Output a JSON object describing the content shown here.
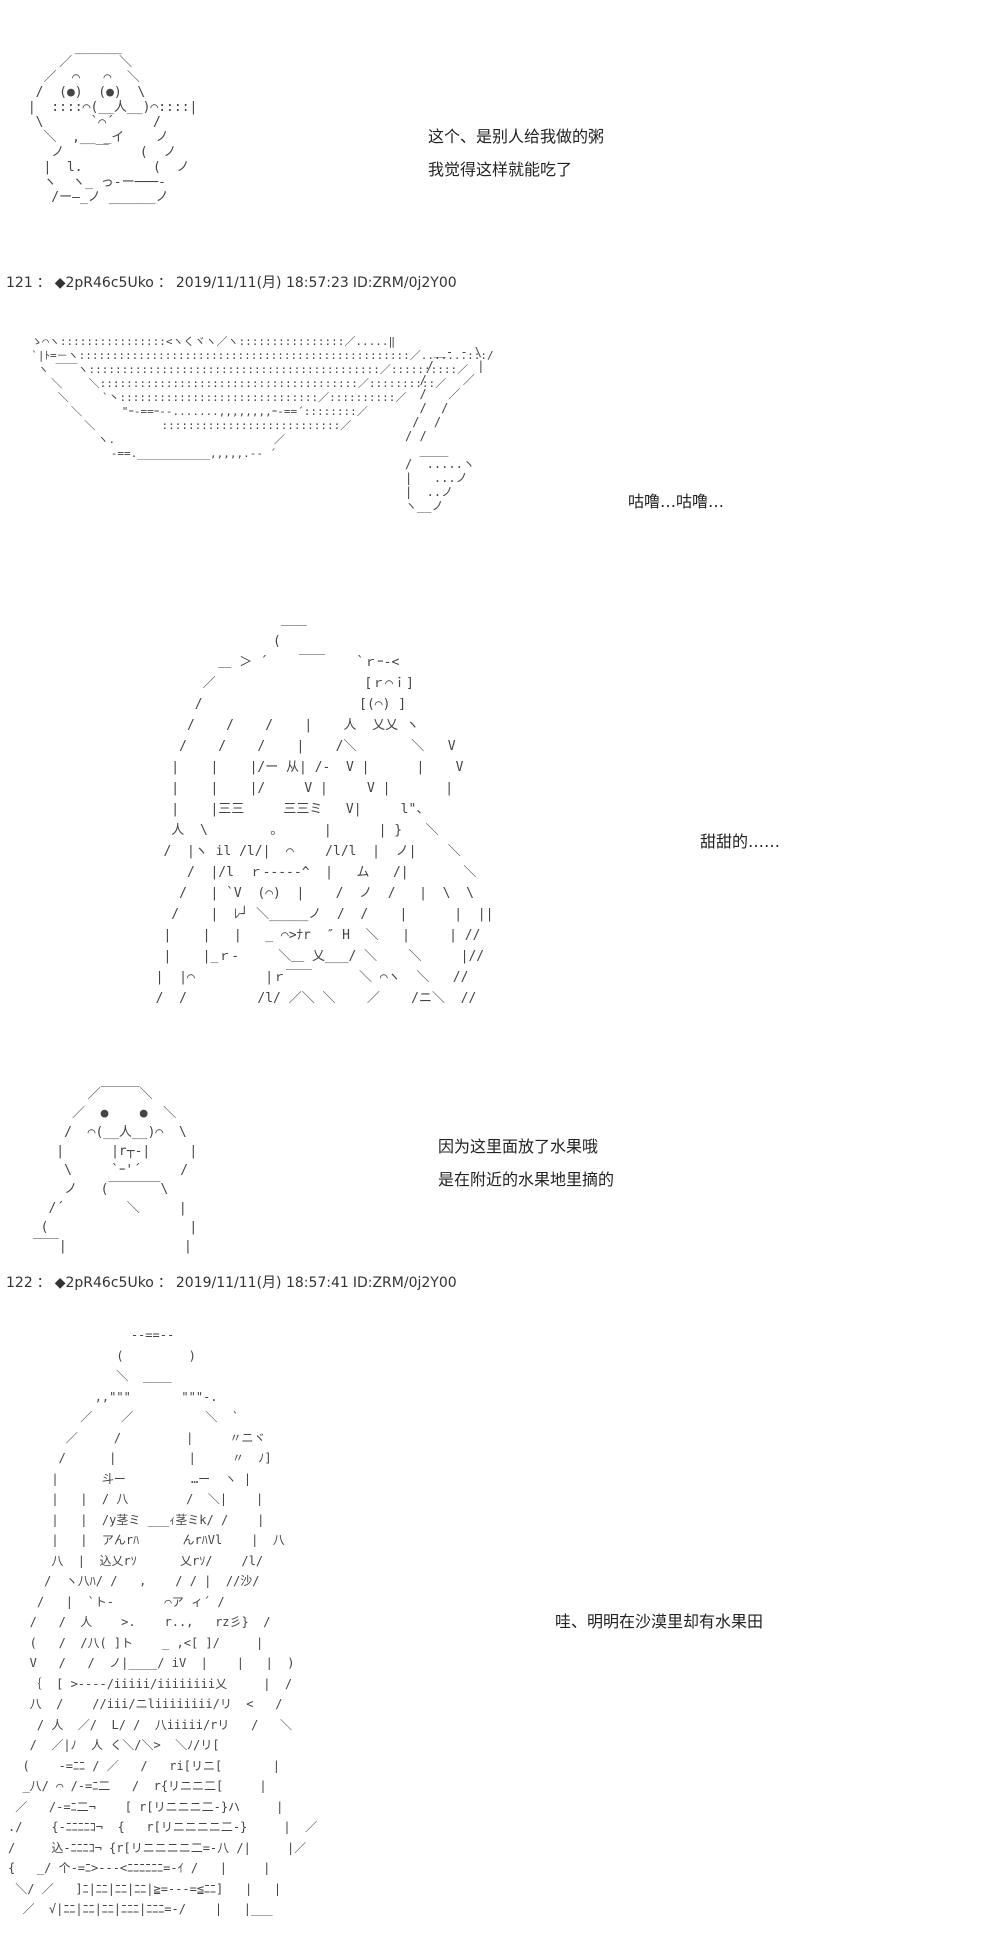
{
  "panels": [
    {
      "id": "panel-1",
      "art": "       ______\n     ／      ＼\n   ／  ⌒   ⌒  ＼\n  /  (●)  (●)  \\\n |  ::::⌒(__人__)⌒::::|\n  \\      `⌒´     /\n   ＼  ,__ _イ    ノ\n    ノ    ￣    (  ノ\n   |  l.         (  ノ\n   ヽ  ヽ_ っ‐ー───‐\n    /ー―_ノ ______ノ",
      "lines": [
        "这个、是别人给我做的粥",
        "我觉得这样就能吃了"
      ]
    },
    {
      "id": "panel-2",
      "art": "  ゝ⌒ヽ::::::::::::::::<ヽくヾヽ／ヽ::::::::::::::::／.....‖\n  `|ﾄ=－ヽ::::::::::::::::::::::::::::::::::::::::::::::::::／.......:::/\n   ヽ ￣￣ヽ::::::::::::::::::::::::::::::::::::::::::::／::::::::::／\n     ＼    ＼:::::::::::::::::::::::::::::::::::::::／::::::::::／\n      ＼     `丶::::::::::::::::::::::::::::::／::::::::::／\n        ＼      \"ｰ-==ｰ--.......,,,,,,,,ｰ-==´::::::::／\n          ＼          :::::::::::::::::::::::::::／\n            ヽ.                        ／\n              -==.___________,,,,,.-‐ ´",
      "spoon": "    ＿‐ ‐ \\\n   /      |\n  /     ／\n  /   ／\n  /  /\n /  /\n/ /\n  ____\n/  .....ヽ\n|   ...ノ\n|  ..ノ\nヽ__ノ",
      "lines": [
        "咕噜…咕噜…"
      ]
    },
    {
      "id": "panel-3",
      "art": "                  ＿＿\n                 (\n          ＿ ＞ ´    ￣￣    `ｒｰ-<\n        ／                   [ｒ⌒ｉ]\n       /                    [(⌒) ]\n      /    /    /    |    人  乂乂 ヽ\n     /    /    /    |    /＼       ＼   V\n    |    |    |/ー 从| /‐  V |      |    V\n    |    |    |/     V |     V |       |\n    |    |三三     三三ミ   V|     l\"、\n    人  \\        ｡      |      | }   ＼\n   /  |ヽ il /l/|  ⌒    /l/l  |  ノ|    ＼\n      /  |/l  ｒ‐‐‐‐‐^  |   ム   /|       ＼\n     /   | `V  (⌒)  |    /  ノ  /   |  \\  \\\n    /    |  ﾚ┘ ＼_____ノ  /  /    |      |  ||\n   |    |   |   _ ⌒>ﾅr  ″ H  ＼   |     | //\n   |    |_ｒ‐     ＼＿ 乂___/ ＼    ＼     |//\n  |  |⌒         |ｒ￣￣      ＼ ⌒ヽ  ＼   //\n  /  /         /l/ ／＼ ＼    ／    /ニ＼  //",
      "lines": [
        "甜甜的……"
      ]
    },
    {
      "id": "panel-4",
      "art": "        ／￣￣￣＼\n      ／  ●    ●  ＼\n     /  ⌒(__人__)⌒  \\\n    |      |r┬-|     |\n     \\     `ｰ'´     /\n     ノ   (￣￣￣￣\\\n   /´        ＼     |\n  (                  |\n ￣￣|               |",
      "lines": [
        "因为这里面放了水果哦",
        "是在附近的水果地里摘的"
      ]
    },
    {
      "id": "panel-5",
      "art": "                 --==--\n               (         )\n               ＼  ____\n            ,,\"\"\"       \"\"\"-.\n          ／    ／          ＼  `\n        ／     /         |     〃ニヾ\n       /      |          |     〃  ﾉ]\n      |      斗ー         …ー  ヽ |\n      |   |  / 八        /  ＼|    |\n      |   |  /y茎ミ ___ｨ茎ミk/ /    |\n      |   |  アんrﾊ      んrﾊVl    |  八\n      八  |  込乂rｿ      乂rｿ/    /l/\n     /  ヽ八ﾊ/ /   ,    / / |  //沙/\n    /   |  `ト-       ⌒ア ィ´ /\n   /   /  人    >.    r..,   rz彡}  /\n   (   /  /八( ]ト    _ ,<[ ]/     |\n   V   /   /  ノ|____/ iV  |    |   |  )\n   ｛  [ >---‐/iiiii/iiiiiiii乂     |  /\n   八  /    //iii/ニliiiiiiii/リ  <   /\n    / 人  ／/  L/ /  八iiiii/rリ   /   ＼\n   /  ／|ﾉ  人 く＼/＼>  ＼ﾉ/リ[\n  (    -=ﾆﾆ / ／   /   ri[リニ[       |\n  _八/ ⌒ /-=ﾆ二   /  r{リニニ二[     |\n ／   /-=ﾆ二¬    [ r[リニニニ二-}ハ     |\n./    {-ﾆﾆﾆﾆｺ¬  {   r[リニニニニ二-}     |  ／\n/     込-ﾆﾆﾆｺ¬ {r[リニニニニ二=-八 /|     |／\n{   _/ 个-=ﾆ>---<ﾆﾆﾆﾆﾆﾆ=-ｲ /   |     |\n ＼/ ／   ]ﾆ|ﾆﾆ|ﾆﾆ|ﾆﾆ|≧=---=≦ﾆﾆ]   |   |\n  ／  √|ﾆﾆ|ﾆﾆ|ﾆﾆ|ﾆﾆﾆ|ﾆﾆﾆ=-/    |   |___",
      "lines": [
        "哇、明明在沙漠里却有水果田"
      ]
    }
  ],
  "posts": [
    {
      "number": "121",
      "sep": "：",
      "trip": "◆2pR46c5Uko",
      "datetime": "2019/11/11(月) 18:57:23",
      "id": "ID:ZRM/0j2Y00"
    },
    {
      "number": "122",
      "sep": "：",
      "trip": "◆2pR46c5Uko",
      "datetime": "2019/11/11(月) 18:57:41",
      "id": "ID:ZRM/0j2Y00"
    }
  ]
}
